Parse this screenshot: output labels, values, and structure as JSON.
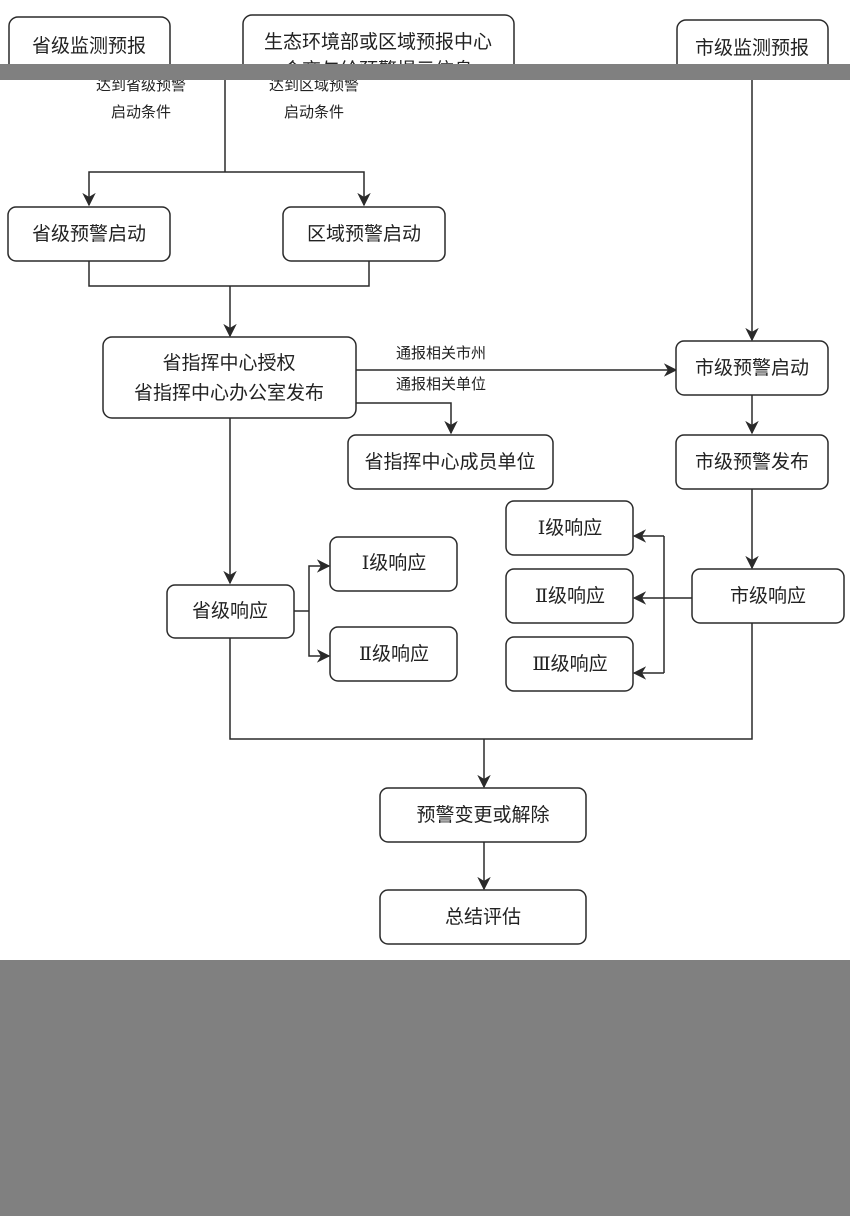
{
  "colors": {
    "stroke": "#2a2a2a",
    "text": "#222222",
    "background": "#ffffff",
    "mask_gray": "#808080"
  },
  "nodes": {
    "provincial_monitoring": "省级监测预报",
    "ministry_regional_center": [
      "生态环境部或区域预报中心",
      "会商与给预警提示信息"
    ],
    "city_monitoring": "市级监测预报",
    "provincial_warning_start": "省级预警启动",
    "regional_warning_start": "区域预警启动",
    "provincial_command": [
      "省指挥中心授权",
      "省指挥中心办公室发布"
    ],
    "command_member_units": "省指挥中心成员单位",
    "city_warning_start": "市级预警启动",
    "city_warning_release": "市级预警发布",
    "provincial_response": "省级响应",
    "prov_level1": "Ⅰ级响应",
    "prov_level2": "Ⅱ级响应",
    "city_response": "市级响应",
    "city_level1": "Ⅰ级响应",
    "city_level2": "Ⅱ级响应",
    "city_level3": "Ⅲ级响应",
    "warning_change": "预警变更或解除",
    "summary": "总结评估"
  },
  "edge_labels": {
    "provincial_condition": [
      "达到省级预警",
      "启动条件"
    ],
    "regional_condition": [
      "达到区域预警",
      "启动条件"
    ],
    "notify_cities": "通报相关市州",
    "notify_units": "通报相关单位"
  }
}
